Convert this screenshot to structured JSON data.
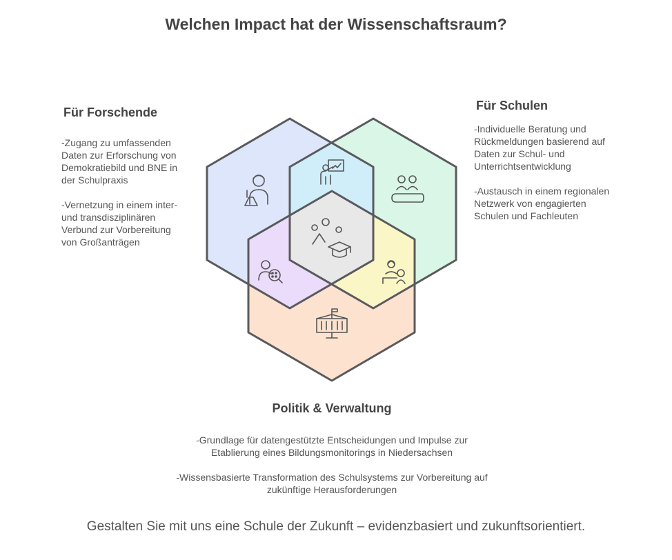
{
  "title": "Welchen Impact hat der Wissenschaftsraum?",
  "sections": {
    "forschende": {
      "heading": "Für Forschende",
      "text": "-Zugang zu umfassenden\nDaten zur Erforschung von\nDemokratiebild und BNE in\nder Schulpraxis\n\n -Vernetzung in einem inter-\nund transdisziplinären\nVerbund zur Vorbereitung\nvon Großanträgen"
    },
    "schulen": {
      "heading": "Für Schulen",
      "text": "-Individuelle Beratung und\nRückmeldungen basierend auf\nDaten zur Schul- und\nUnterrichtsentwicklung\n\n-Austausch in einem regionalen\nNetzwerk von engagierten\nSchulen und Fachleuten"
    },
    "politik": {
      "heading": "Politik & Verwaltung",
      "text": "-Grundlage für datengestützte Entscheidungen und Impulse zur\nEtablierung eines Bildungsmonitorings in Niedersachsen\n\n-Wissensbasierte Transformation des Schulsystems zur Vorbereitung auf\nzukünftige Herausforderungen"
    }
  },
  "footer": "Gestalten Sie mit uns eine Schule der Zukunft – evidenzbasiert und zukunftsorientiert.",
  "colors": {
    "blue": "#dde6fb",
    "green": "#d9f6e6",
    "peach": "#fde3cf",
    "cyan": "#cfeefa",
    "lavender": "#eadcfa",
    "yellow": "#fbf6c6",
    "center": "#e8e8e8",
    "outline": "#5a5a5e"
  },
  "icons": [
    "scientist-icon",
    "teacher-board-icon",
    "students-desk-icon",
    "network-graduation-icon",
    "person-search-icon",
    "teacher-student-icon",
    "government-building-icon"
  ]
}
